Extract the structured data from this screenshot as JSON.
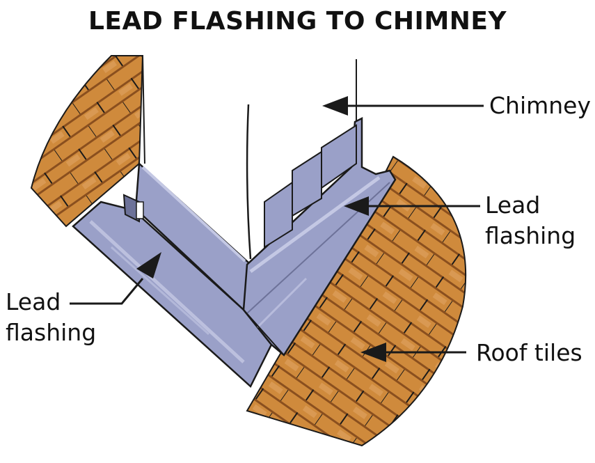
{
  "title": "LEAD FLASHING TO CHIMNEY",
  "labels": {
    "chimney": "Chimney",
    "lead_right": [
      "Lead",
      "flashing"
    ],
    "lead_left": [
      "Lead",
      "flashing"
    ],
    "roof_tiles": "Roof tiles"
  },
  "colors": {
    "tile": "#cf8a3c",
    "tile_dark": "#8a4f1e",
    "lead": "#9aa0c8",
    "lead_light": "#c4c8e4",
    "lead_dark": "#6d7299",
    "chimney": "#ffffff",
    "outline": "#1a1a1a"
  }
}
